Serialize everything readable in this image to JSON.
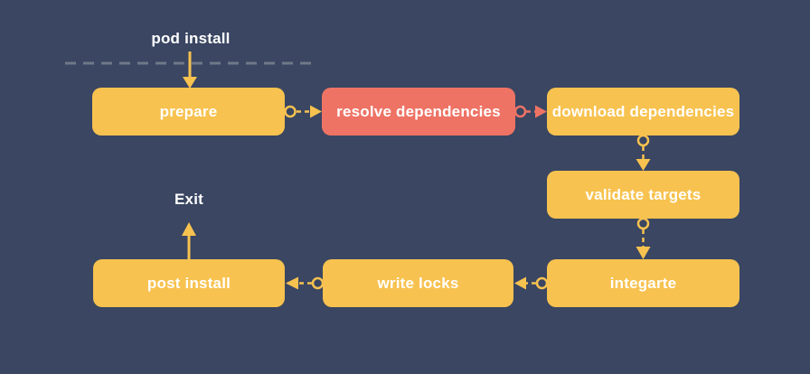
{
  "diagram": {
    "type": "flowchart",
    "entry_label": "pod install",
    "exit_label": "Exit"
  },
  "colors": {
    "background": "#3a4662",
    "yellow": "#f7c24f",
    "salmon": "#ee7365",
    "separator_gray": "#6e7888",
    "text": "#ffffff"
  },
  "nodes": [
    {
      "id": "prepare",
      "label": "prepare",
      "color": "yellow"
    },
    {
      "id": "resolve-dependencies",
      "label": "resolve dependencies",
      "color": "salmon"
    },
    {
      "id": "download-dependencies",
      "label": "download dependencies",
      "color": "yellow"
    },
    {
      "id": "validate-targets",
      "label": "validate targets",
      "color": "yellow"
    },
    {
      "id": "integarte",
      "label": "integarte",
      "color": "yellow"
    },
    {
      "id": "write-locks",
      "label": "write locks",
      "color": "yellow"
    },
    {
      "id": "post-install",
      "label": "post install",
      "color": "yellow"
    }
  ],
  "edges": [
    {
      "from": "pod-install-entry",
      "to": "prepare",
      "style": "solid-arrow",
      "color": "yellow"
    },
    {
      "from": "prepare",
      "to": "resolve-dependencies",
      "style": "circle-dashed-arrow",
      "color": "yellow"
    },
    {
      "from": "resolve-dependencies",
      "to": "download-dependencies",
      "style": "circle-dashed-arrow",
      "color": "salmon"
    },
    {
      "from": "download-dependencies",
      "to": "validate-targets",
      "style": "circle-dashed-arrow",
      "color": "yellow"
    },
    {
      "from": "validate-targets",
      "to": "integarte",
      "style": "circle-dashed-arrow",
      "color": "yellow"
    },
    {
      "from": "integarte",
      "to": "write-locks",
      "style": "circle-dashed-arrow",
      "color": "yellow"
    },
    {
      "from": "write-locks",
      "to": "post-install",
      "style": "circle-dashed-arrow",
      "color": "yellow"
    },
    {
      "from": "post-install",
      "to": "exit",
      "style": "solid-arrow",
      "color": "yellow"
    }
  ],
  "separator": {
    "style": "dashed-line",
    "color": "#6e7888"
  }
}
